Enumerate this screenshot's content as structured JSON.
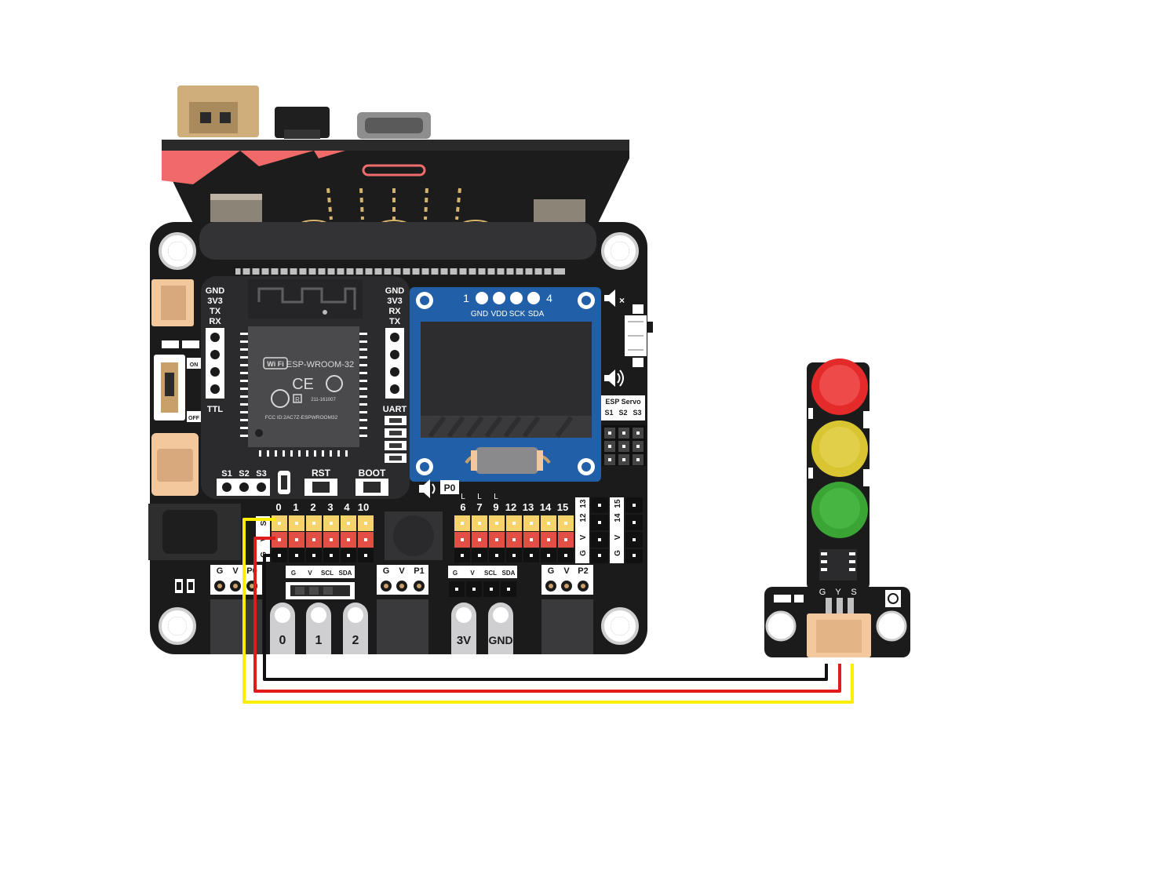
{
  "colors": {
    "board": "#1b1b1c",
    "board_dark": "#121213",
    "wire_black": "#111111",
    "wire_red": "#e11b1b",
    "wire_yellow": "#ffee00",
    "pin_yellow": "#f6d36b",
    "pin_red": "#e25045",
    "connector": "#f3c89c",
    "oled_blue": "#2160a8",
    "led_red": "#e52a2a",
    "led_yellow": "#d9c431",
    "led_green": "#3aa535"
  },
  "esp_module": {
    "name": "ESP-WROOM-32",
    "wifi_logo": "Wi Fi",
    "ce_mark": "CE",
    "r_mark": "R",
    "r_code": "211-161007",
    "fcc": "FCC ID:2AC7Z-ESPWROOM32"
  },
  "ttl": {
    "pins": [
      "GND",
      "3V3",
      "TX",
      "RX"
    ],
    "label": "TTL"
  },
  "uart": {
    "pins": [
      "GND",
      "3V3",
      "RX",
      "TX"
    ],
    "label": "UART"
  },
  "oled": {
    "pin_start": "1",
    "pin_end": "4",
    "pins": [
      "GND",
      "VDD",
      "SCK",
      "SDA"
    ]
  },
  "power_switch": {
    "on": "ON",
    "off": "OFF"
  },
  "buttons": {
    "s_pins": [
      "S1",
      "S2",
      "S3"
    ],
    "rst": "RST",
    "boot": "BOOT",
    "p0": "P0"
  },
  "esp_servo": {
    "title": "ESP Servo",
    "pins": [
      "S1",
      "S2",
      "S3"
    ]
  },
  "header_left": {
    "numbers": [
      "0",
      "1",
      "2",
      "3",
      "4",
      "10"
    ],
    "row_labels": [
      "S",
      "V",
      "G"
    ]
  },
  "header_right": {
    "numbers": [
      "6",
      "7",
      "9",
      "12",
      "13",
      "14",
      "15"
    ],
    "l_marks": [
      "L",
      "L",
      "L"
    ],
    "side_pins": [
      "12",
      "13",
      "14",
      "15"
    ],
    "side_labels": [
      "V",
      "G"
    ]
  },
  "i2c_header": [
    "G",
    "V",
    "SCL",
    "SDA"
  ],
  "i2c_header_2": [
    "G",
    "V",
    "SCL",
    "SDA"
  ],
  "port_p0": [
    "G",
    "V",
    "P0"
  ],
  "port_p1": [
    "G",
    "V",
    "P1"
  ],
  "port_p2": [
    "G",
    "V",
    "P2"
  ],
  "edge_pads": [
    "0",
    "1",
    "2",
    "3V",
    "GND"
  ],
  "traffic_light": {
    "pins": [
      "G",
      "Y",
      "S"
    ]
  }
}
